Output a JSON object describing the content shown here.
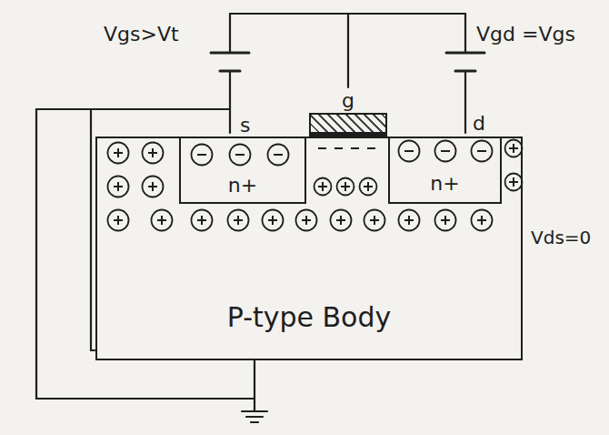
{
  "diagram": {
    "nodes": [
      {
        "text": [
          "P-type Body"
        ]
      },
      {
        "text": [
          "n+"
        ],
        "in": 0
      },
      {
        "text": [
          "n+"
        ],
        "in": 0
      },
      {
        "text": [
          "g"
        ]
      }
    ],
    "labels": [
      "Vgs>Vt",
      "s",
      "d",
      "Vgd =Vgs",
      "Vds=0"
    ]
  }
}
